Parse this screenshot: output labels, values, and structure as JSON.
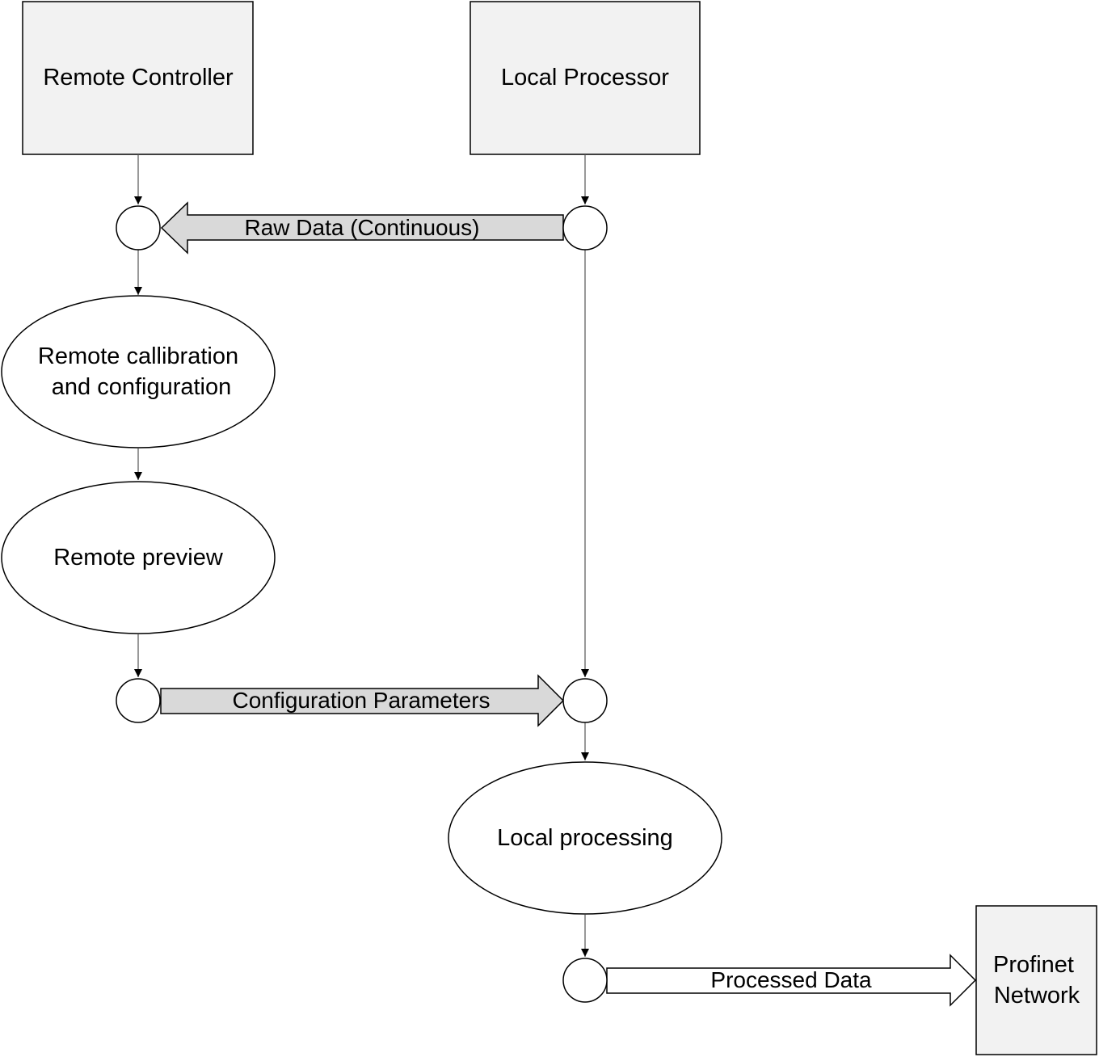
{
  "boxes": {
    "remote_controller": "Remote Controller",
    "local_processor": "Local Processor",
    "profinet": [
      "Profinet",
      "Network"
    ]
  },
  "processes": {
    "calibration": [
      "Remote callibration",
      "and configuration"
    ],
    "preview": "Remote preview",
    "local_processing": "Local processing"
  },
  "flows": {
    "raw_data": "Raw Data (Continuous)",
    "config_params": "Configuration Parameters",
    "processed_data": "Processed Data"
  },
  "colors": {
    "box_fill": "#f2f2f2",
    "arrow_fill": "#d9d9d9",
    "stroke": "#000000",
    "line": "#555555"
  }
}
